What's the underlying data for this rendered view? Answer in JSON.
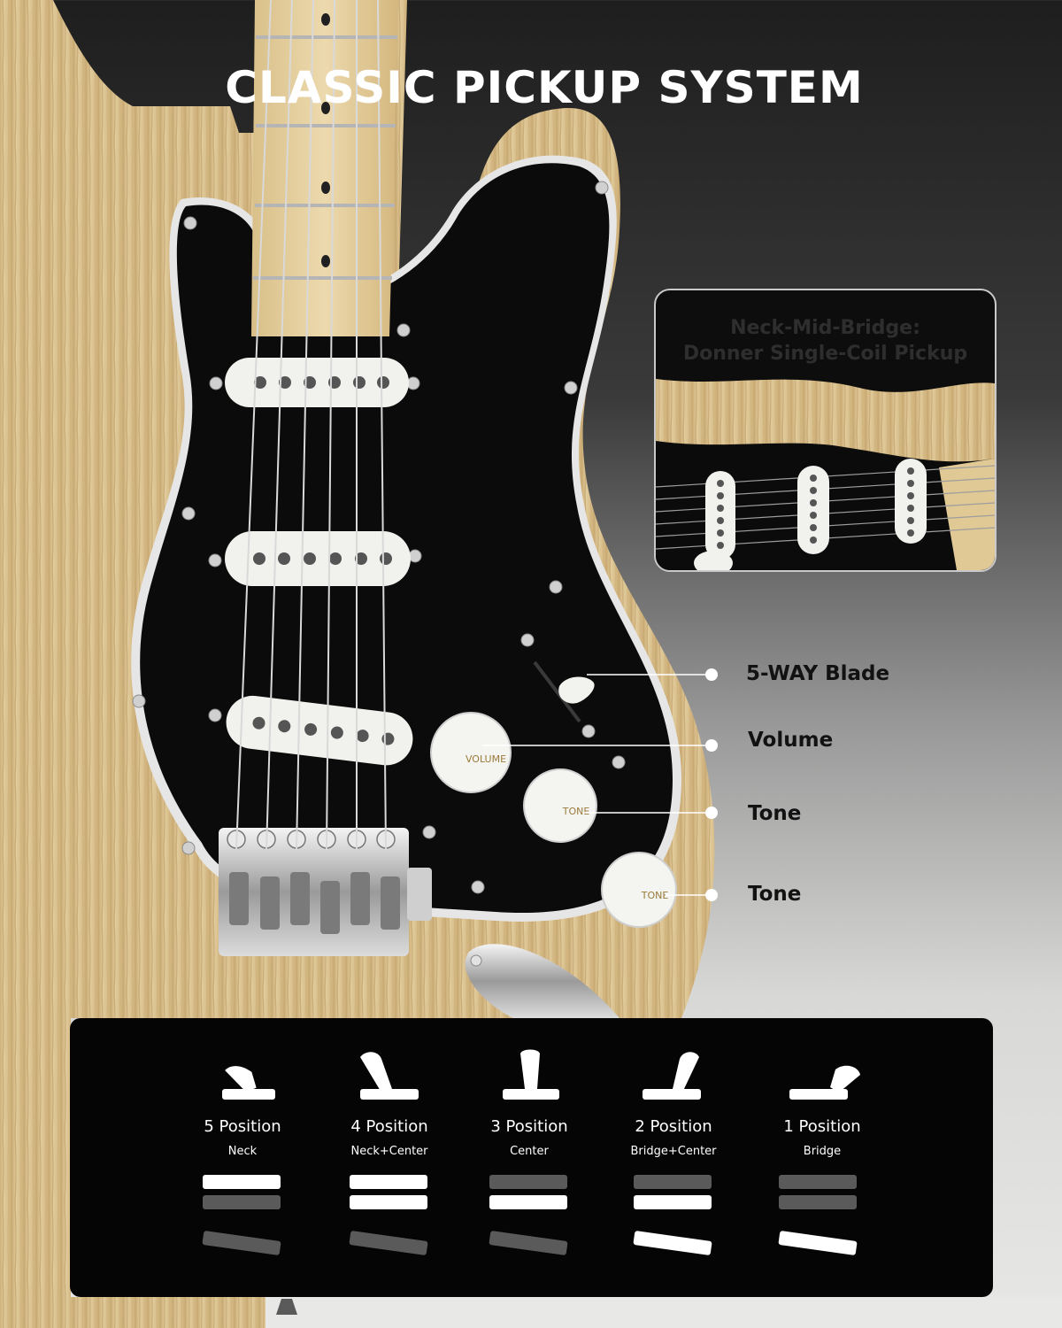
{
  "title": "CLASSIC PICKUP SYSTEM",
  "inset": {
    "caption_line1": "Neck-Mid-Bridge:",
    "caption_line2": "Donner Single-Coil Pickup"
  },
  "callouts": [
    {
      "label": "5-WAY Blade"
    },
    {
      "label": "Volume"
    },
    {
      "label": "Tone"
    },
    {
      "label": "Tone"
    }
  ],
  "knobs": {
    "volume_label": "VOLUME",
    "tone_label": "TONE"
  },
  "positions": [
    {
      "title": "5 Position",
      "subtitle": "Neck",
      "active": [
        true,
        false,
        false
      ]
    },
    {
      "title": "4 Position",
      "subtitle": "Neck+Center",
      "active": [
        true,
        true,
        false
      ]
    },
    {
      "title": "3 Position",
      "subtitle": "Center",
      "active": [
        false,
        true,
        false
      ]
    },
    {
      "title": "2 Position",
      "subtitle": "Bridge+Center",
      "active": [
        false,
        true,
        true
      ]
    },
    {
      "title": "1 Position",
      "subtitle": "Bridge",
      "active": [
        false,
        false,
        true
      ]
    }
  ],
  "colors": {
    "pickguard": "#0b0b0b",
    "wood": "#d8bf8e",
    "pickup_white": "#f1f1ee",
    "active_bar": "#ffffff",
    "inactive_bar": "#5a5a5a"
  }
}
